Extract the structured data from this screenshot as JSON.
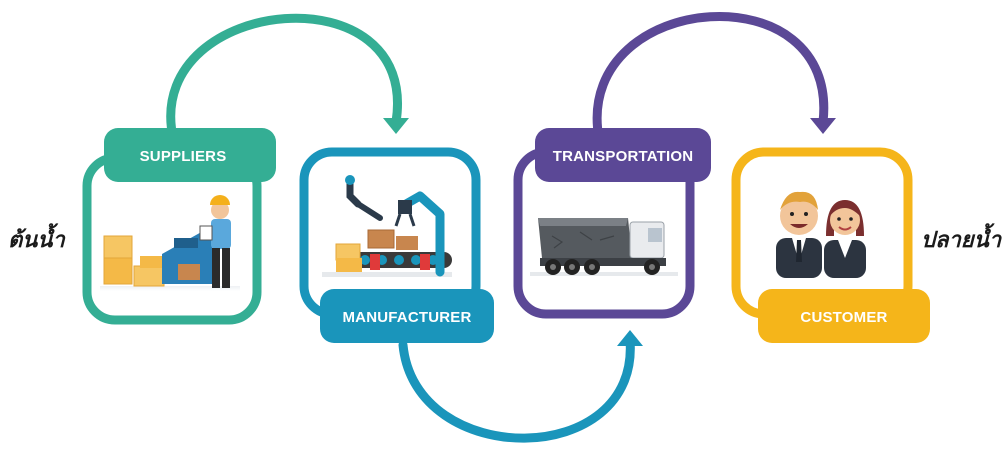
{
  "left_label": "ต้นน้ำ",
  "right_label": "ปลายน้ำ",
  "stages": [
    {
      "name": "SUPPLIERS",
      "color": "#34ae94",
      "icon": "warehouse-worker-icon"
    },
    {
      "name": "MANUFACTURER",
      "color": "#1a95bb",
      "icon": "robotic-arm-factory-icon"
    },
    {
      "name": "TRANSPORTATION",
      "color": "#5b4896",
      "icon": "dump-truck-icon"
    },
    {
      "name": "CUSTOMER",
      "color": "#f5b51a",
      "icon": "business-people-icon"
    }
  ]
}
